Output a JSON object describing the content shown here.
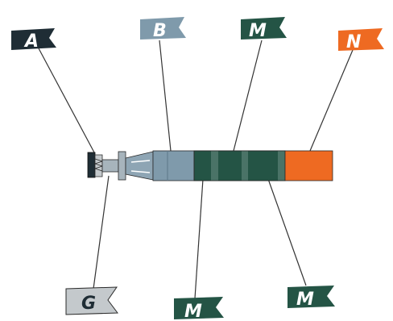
{
  "labels": {
    "a": "A",
    "b": "B",
    "m_top": "M",
    "n": "N",
    "g": "G",
    "m_bottom_left": "M",
    "m_bottom_right": "M"
  },
  "colors": {
    "dark_navy": "#1f2d35",
    "slate_blue": "#7f9aab",
    "slate_dark": "#5e7888",
    "dark_green": "#245445",
    "green_band": "#4a7367",
    "orange": "#ee6a22",
    "light_gray": "#c4c9cc",
    "leader_line": "#333333",
    "outline": "#2a2a2a",
    "white": "#ffffff"
  }
}
